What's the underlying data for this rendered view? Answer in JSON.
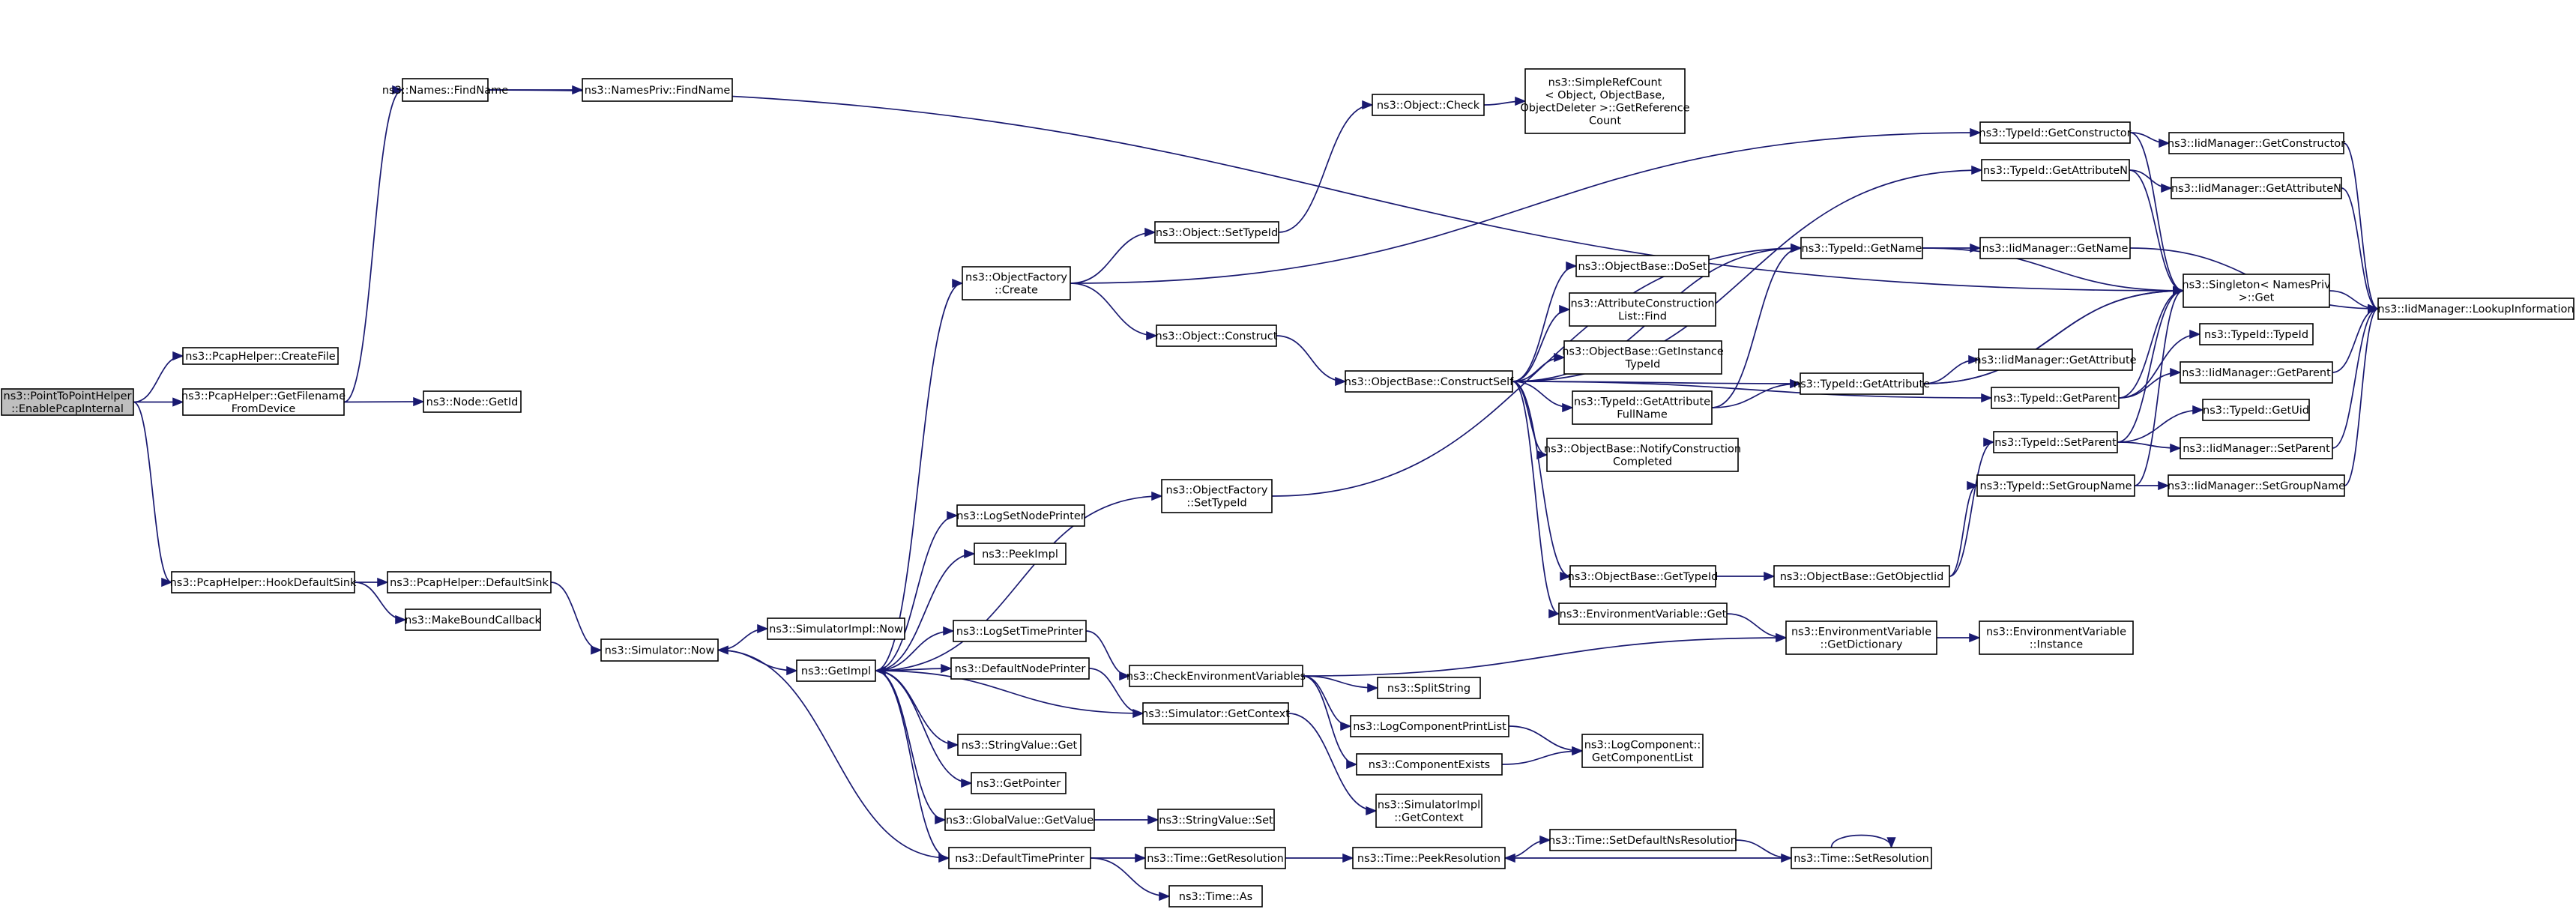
{
  "nodes": [
    {
      "id": "root",
      "lines": [
        "ns3::PointToPointHelper",
        "::EnablePcapInternal"
      ]
    },
    {
      "id": "createfile",
      "lines": [
        "ns3::PcapHelper::CreateFile"
      ]
    },
    {
      "id": "getfilename",
      "lines": [
        "ns3::PcapHelper::GetFilename",
        "FromDevice"
      ]
    },
    {
      "id": "hookdefaultsink",
      "lines": [
        "ns3::PcapHelper::HookDefaultSink"
      ]
    },
    {
      "id": "defaultsink",
      "lines": [
        "ns3::PcapHelper::DefaultSink"
      ]
    },
    {
      "id": "makeboundcallback",
      "lines": [
        "ns3::MakeBoundCallback"
      ]
    },
    {
      "id": "namesfindname",
      "lines": [
        "ns3::Names::FindName"
      ]
    },
    {
      "id": "namesprivfindname",
      "lines": [
        "ns3::NamesPriv::FindName"
      ]
    },
    {
      "id": "nodegetid",
      "lines": [
        "ns3::Node::GetId"
      ]
    },
    {
      "id": "simnow",
      "lines": [
        "ns3::Simulator::Now"
      ]
    },
    {
      "id": "simimplnow",
      "lines": [
        "ns3::SimulatorImpl::Now"
      ]
    },
    {
      "id": "getimpl",
      "lines": [
        "ns3::GetImpl"
      ]
    },
    {
      "id": "objfactcreate",
      "lines": [
        "ns3::ObjectFactory",
        "::Create"
      ]
    },
    {
      "id": "logsetnodeprinter",
      "lines": [
        "ns3::LogSetNodePrinter"
      ]
    },
    {
      "id": "peekimpl",
      "lines": [
        "ns3::PeekImpl"
      ]
    },
    {
      "id": "logsettimeprinter",
      "lines": [
        "ns3::LogSetTimePrinter"
      ]
    },
    {
      "id": "defaultnodeprinter",
      "lines": [
        "ns3::DefaultNodePrinter"
      ]
    },
    {
      "id": "stringvalueget",
      "lines": [
        "ns3::StringValue::Get"
      ]
    },
    {
      "id": "getpointer",
      "lines": [
        "ns3::GetPointer"
      ]
    },
    {
      "id": "globalvalueget",
      "lines": [
        "ns3::GlobalValue::GetValue"
      ]
    },
    {
      "id": "defaulttimeprinter",
      "lines": [
        "ns3::DefaultTimePrinter"
      ]
    },
    {
      "id": "objsettypeid",
      "lines": [
        "ns3::Object::SetTypeId"
      ]
    },
    {
      "id": "objconstruct",
      "lines": [
        "ns3::Object::Construct"
      ]
    },
    {
      "id": "objfactsettypeid",
      "lines": [
        "ns3::ObjectFactory",
        "::SetTypeId"
      ]
    },
    {
      "id": "checkenvvars",
      "lines": [
        "ns3::CheckEnvironmentVariables"
      ]
    },
    {
      "id": "simgetcontext",
      "lines": [
        "ns3::Simulator::GetContext"
      ]
    },
    {
      "id": "stringvalueset",
      "lines": [
        "ns3::StringValue::Set"
      ]
    },
    {
      "id": "timegetres",
      "lines": [
        "ns3::Time::GetResolution"
      ]
    },
    {
      "id": "timeas",
      "lines": [
        "ns3::Time::As"
      ]
    },
    {
      "id": "objcheck",
      "lines": [
        "ns3::Object::Check"
      ]
    },
    {
      "id": "simplerefcount",
      "lines": [
        "ns3::SimpleRefCount",
        "< Object, ObjectBase,",
        "ObjectDeleter >::GetReference",
        "Count"
      ]
    },
    {
      "id": "constructself",
      "lines": [
        "ns3::ObjectBase::ConstructSelf"
      ]
    },
    {
      "id": "splitstring",
      "lines": [
        "ns3::SplitString"
      ]
    },
    {
      "id": "logcompprintlist",
      "lines": [
        "ns3::LogComponentPrintList"
      ]
    },
    {
      "id": "componentexists",
      "lines": [
        "ns3::ComponentExists"
      ]
    },
    {
      "id": "simimplgetcontext",
      "lines": [
        "ns3::SimulatorImpl",
        "::GetContext"
      ]
    },
    {
      "id": "timepeekres",
      "lines": [
        "ns3::Time::PeekResolution"
      ]
    },
    {
      "id": "objbasedoset",
      "lines": [
        "ns3::ObjectBase::DoSet"
      ]
    },
    {
      "id": "attrconstlistfind",
      "lines": [
        "ns3::AttributeConstruction",
        "List::Find"
      ]
    },
    {
      "id": "objbasegetinstance",
      "lines": [
        "ns3::ObjectBase::GetInstance",
        "TypeId"
      ]
    },
    {
      "id": "typeidgetattrfullname",
      "lines": [
        "ns3::TypeId::GetAttribute",
        "FullName"
      ]
    },
    {
      "id": "objbasenotify",
      "lines": [
        "ns3::ObjectBase::NotifyConstruction",
        "Completed"
      ]
    },
    {
      "id": "objbasegettypeid",
      "lines": [
        "ns3::ObjectBase::GetTypeId"
      ]
    },
    {
      "id": "envvarget",
      "lines": [
        "ns3::EnvironmentVariable::Get"
      ]
    },
    {
      "id": "logcompgetlist",
      "lines": [
        "ns3::LogComponent::",
        "GetComponentList"
      ]
    },
    {
      "id": "timesetdefaultns",
      "lines": [
        "ns3::Time::SetDefaultNsResolution"
      ]
    },
    {
      "id": "typeidgetname",
      "lines": [
        "ns3::TypeId::GetName"
      ]
    },
    {
      "id": "typeidgetattribute",
      "lines": [
        "ns3::TypeId::GetAttribute"
      ]
    },
    {
      "id": "objbasegetobjectiid",
      "lines": [
        "ns3::ObjectBase::GetObjectIid"
      ]
    },
    {
      "id": "envvargetdict",
      "lines": [
        "ns3::EnvironmentVariable",
        "::GetDictionary"
      ]
    },
    {
      "id": "timesetres",
      "lines": [
        "ns3::Time::SetResolution"
      ]
    },
    {
      "id": "typeidgetconstructor",
      "lines": [
        "ns3::TypeId::GetConstructor"
      ]
    },
    {
      "id": "typeidgetattributen",
      "lines": [
        "ns3::TypeId::GetAttributeN"
      ]
    },
    {
      "id": "iidmgrgetattribute",
      "lines": [
        "ns3::IidManager::GetAttribute"
      ]
    },
    {
      "id": "typeidgetparent",
      "lines": [
        "ns3::TypeId::GetParent"
      ]
    },
    {
      "id": "typeidsetparent",
      "lines": [
        "ns3::TypeId::SetParent"
      ]
    },
    {
      "id": "typeidsetgroupname",
      "lines": [
        "ns3::TypeId::SetGroupName"
      ]
    },
    {
      "id": "envvarinstance",
      "lines": [
        "ns3::EnvironmentVariable",
        "::Instance"
      ]
    },
    {
      "id": "iidmgrgetconstructor",
      "lines": [
        "ns3::IidManager::GetConstructor"
      ]
    },
    {
      "id": "iidmgrgetattributen",
      "lines": [
        "ns3::IidManager::GetAttributeN"
      ]
    },
    {
      "id": "iidmgrgetname",
      "lines": [
        "ns3::IidManager::GetName"
      ]
    },
    {
      "id": "singletonget",
      "lines": [
        "ns3::Singleton< NamesPriv",
        " >::Get"
      ]
    },
    {
      "id": "typeidtypeid",
      "lines": [
        "ns3::TypeId::TypeId"
      ]
    },
    {
      "id": "iidmgrgetparent",
      "lines": [
        "ns3::IidManager::GetParent"
      ]
    },
    {
      "id": "typeidgetuid",
      "lines": [
        "ns3::TypeId::GetUid"
      ]
    },
    {
      "id": "iidmgrsetparent",
      "lines": [
        "ns3::IidManager::SetParent"
      ]
    },
    {
      "id": "iidmgrsetgroupname",
      "lines": [
        "ns3::IidManager::SetGroupName"
      ]
    },
    {
      "id": "iidmgrlookup",
      "lines": [
        "ns3::IidManager::LookupInformation"
      ]
    }
  ],
  "edges": [
    [
      "root",
      "createfile"
    ],
    [
      "root",
      "getfilename"
    ],
    [
      "root",
      "hookdefaultsink"
    ],
    [
      "getfilename",
      "namesfindname"
    ],
    [
      "getfilename",
      "nodegetid"
    ],
    [
      "namesfindname",
      "namesprivfindname"
    ],
    [
      "namesfindname",
      "singletonget"
    ],
    [
      "hookdefaultsink",
      "defaultsink"
    ],
    [
      "hookdefaultsink",
      "makeboundcallback"
    ],
    [
      "defaultsink",
      "simnow"
    ],
    [
      "simnow",
      "simimplnow"
    ],
    [
      "simnow",
      "getimpl"
    ],
    [
      "getimpl",
      "objfactcreate"
    ],
    [
      "getimpl",
      "logsetnodeprinter"
    ],
    [
      "getimpl",
      "peekimpl"
    ],
    [
      "getimpl",
      "logsettimeprinter"
    ],
    [
      "getimpl",
      "defaultnodeprinter"
    ],
    [
      "getimpl",
      "stringvalueget"
    ],
    [
      "getimpl",
      "getpointer"
    ],
    [
      "getimpl",
      "globalvalueget"
    ],
    [
      "getimpl",
      "defaulttimeprinter"
    ],
    [
      "getimpl",
      "objfactsettypeid"
    ],
    [
      "objfactcreate",
      "objsettypeid"
    ],
    [
      "objfactcreate",
      "objconstruct"
    ],
    [
      "objfactcreate",
      "typeidgetconstructor"
    ],
    [
      "objsettypeid",
      "objcheck"
    ],
    [
      "objcheck",
      "simplerefcount"
    ],
    [
      "objconstruct",
      "constructself"
    ],
    [
      "objfactsettypeid",
      "typeidgetname"
    ],
    [
      "logsettimeprinter",
      "checkenvvars"
    ],
    [
      "defaultnodeprinter",
      "simgetcontext"
    ],
    [
      "checkenvvars",
      "splitstring"
    ],
    [
      "checkenvvars",
      "logcompprintlist"
    ],
    [
      "checkenvvars",
      "componentexists"
    ],
    [
      "checkenvvars",
      "envvargetdict"
    ],
    [
      "simgetcontext",
      "getimpl"
    ],
    [
      "simgetcontext",
      "simimplgetcontext"
    ],
    [
      "globalvalueget",
      "stringvalueset"
    ],
    [
      "defaulttimeprinter",
      "simnow"
    ],
    [
      "defaulttimeprinter",
      "timegetres"
    ],
    [
      "defaulttimeprinter",
      "timeas"
    ],
    [
      "timegetres",
      "timepeekres"
    ],
    [
      "logcompprintlist",
      "logcompgetlist"
    ],
    [
      "componentexists",
      "logcompgetlist"
    ],
    [
      "timepeekres",
      "timesetdefaultns"
    ],
    [
      "timesetdefaultns",
      "timesetres"
    ],
    [
      "timesetres",
      "timepeekres"
    ],
    [
      "timesetres",
      "timesetres"
    ],
    [
      "constructself",
      "typeidgetname"
    ],
    [
      "constructself",
      "objbasedoset"
    ],
    [
      "constructself",
      "attrconstlistfind"
    ],
    [
      "constructself",
      "objbasegetinstance"
    ],
    [
      "constructself",
      "typeidgetattrfullname"
    ],
    [
      "constructself",
      "objbasenotify"
    ],
    [
      "constructself",
      "objbasegettypeid"
    ],
    [
      "constructself",
      "envvarget"
    ],
    [
      "constructself",
      "typeidgetattributen"
    ],
    [
      "constructself",
      "typeidgetattribute"
    ],
    [
      "constructself",
      "typeidgetparent"
    ],
    [
      "typeidgetattrfullname",
      "typeidgetname"
    ],
    [
      "typeidgetattrfullname",
      "typeidgetattribute"
    ],
    [
      "objbasegettypeid",
      "objbasegetobjectiid"
    ],
    [
      "objbasegetobjectiid",
      "typeidsetparent"
    ],
    [
      "objbasegetobjectiid",
      "typeidsetgroupname"
    ],
    [
      "envvarget",
      "envvargetdict"
    ],
    [
      "envvargetdict",
      "envvarinstance"
    ],
    [
      "typeidgetname",
      "iidmgrgetname"
    ],
    [
      "typeidgetname",
      "singletonget"
    ],
    [
      "typeidgetattribute",
      "iidmgrgetattribute"
    ],
    [
      "typeidgetattribute",
      "singletonget"
    ],
    [
      "typeidgetconstructor",
      "iidmgrgetconstructor"
    ],
    [
      "typeidgetconstructor",
      "singletonget"
    ],
    [
      "typeidgetattributen",
      "iidmgrgetattributen"
    ],
    [
      "typeidgetattributen",
      "singletonget"
    ],
    [
      "typeidgetparent",
      "singletonget"
    ],
    [
      "typeidgetparent",
      "typeidtypeid"
    ],
    [
      "typeidgetparent",
      "iidmgrgetparent"
    ],
    [
      "typeidsetparent",
      "singletonget"
    ],
    [
      "typeidsetparent",
      "typeidgetuid"
    ],
    [
      "typeidsetparent",
      "iidmgrsetparent"
    ],
    [
      "typeidsetgroupname",
      "singletonget"
    ],
    [
      "typeidsetgroupname",
      "iidmgrsetgroupname"
    ],
    [
      "iidmgrgetconstructor",
      "iidmgrlookup"
    ],
    [
      "iidmgrgetattributen",
      "iidmgrlookup"
    ],
    [
      "iidmgrgetname",
      "iidmgrlookup"
    ],
    [
      "iidmgrgetparent",
      "iidmgrlookup"
    ],
    [
      "iidmgrsetparent",
      "iidmgrlookup"
    ],
    [
      "iidmgrsetgroupname",
      "iidmgrlookup"
    ],
    [
      "singletonget",
      "iidmgrlookup"
    ],
    [
      "typeidgetattribute",
      "singletonget"
    ]
  ]
}
